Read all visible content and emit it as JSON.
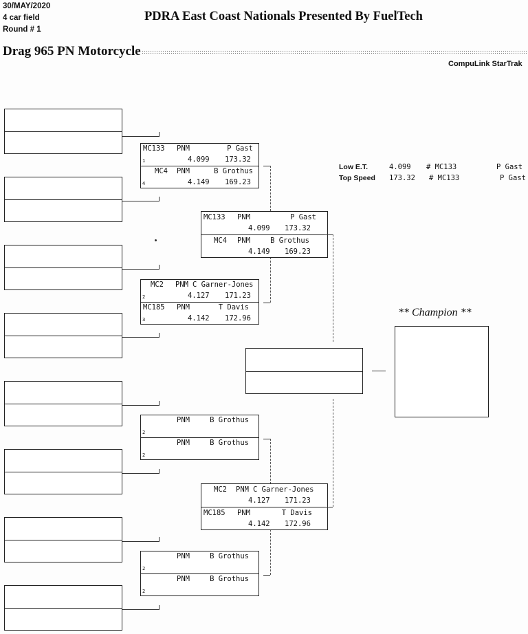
{
  "header": {
    "date": "30/MAY/2020",
    "field": "4 car field",
    "round": "Round # 1",
    "title": "PDRA East Coast Nationals Presented By FuelTech",
    "category": "Drag 965 PN Motorcycle",
    "brand": "CompuLink StarTrak"
  },
  "records": {
    "low_et": {
      "label": "Low  E.T.",
      "value": "4.099",
      "number": "# MC133",
      "driver": "P Gast"
    },
    "top_speed": {
      "label": "Top Speed",
      "value": "173.32",
      "number": "# MC133",
      "driver": "P Gast"
    }
  },
  "round1": [
    {
      "top": {
        "num": "MC133",
        "cls": "PNM",
        "driver": "P Gast",
        "seed": "1",
        "et": "4.099",
        "mph": "173.32"
      },
      "bottom": {
        "num": "MC4",
        "cls": "PNM",
        "driver": "B Grothus",
        "seed": "4",
        "et": "4.149",
        "mph": "169.23"
      }
    },
    {
      "top": {
        "num": "MC2",
        "cls": "PNM",
        "driver": "C Garner-Jones",
        "seed": "2",
        "et": "4.127",
        "mph": "171.23"
      },
      "bottom": {
        "num": "MC185",
        "cls": "PNM",
        "driver": "T Davis",
        "seed": "3",
        "et": "4.142",
        "mph": "172.96"
      }
    },
    {
      "top": {
        "num": "",
        "cls": "PNM",
        "driver": "B Grothus",
        "seed": "2",
        "et": "",
        "mph": ""
      },
      "bottom": {
        "num": "",
        "cls": "PNM",
        "driver": "B Grothus",
        "seed": "2",
        "et": "",
        "mph": ""
      }
    },
    {
      "top": {
        "num": "",
        "cls": "PNM",
        "driver": "B Grothus",
        "seed": "2",
        "et": "",
        "mph": ""
      },
      "bottom": {
        "num": "",
        "cls": "PNM",
        "driver": "B Grothus",
        "seed": "2",
        "et": "",
        "mph": ""
      }
    }
  ],
  "round2": [
    {
      "top": {
        "num": "MC133",
        "cls": "PNM",
        "driver": "P Gast",
        "et": "4.099",
        "mph": "173.32"
      },
      "bottom": {
        "num": "MC4",
        "cls": "PNM",
        "driver": "B Grothus",
        "et": "4.149",
        "mph": "169.23"
      }
    },
    {
      "top": {
        "num": "MC2",
        "cls": "PNM",
        "driver": "C Garner-Jones",
        "et": "4.127",
        "mph": "171.23"
      },
      "bottom": {
        "num": "MC185",
        "cls": "PNM",
        "driver": "T Davis",
        "et": "4.142",
        "mph": "172.96"
      }
    }
  ],
  "champion": {
    "label": "** Champion **"
  }
}
